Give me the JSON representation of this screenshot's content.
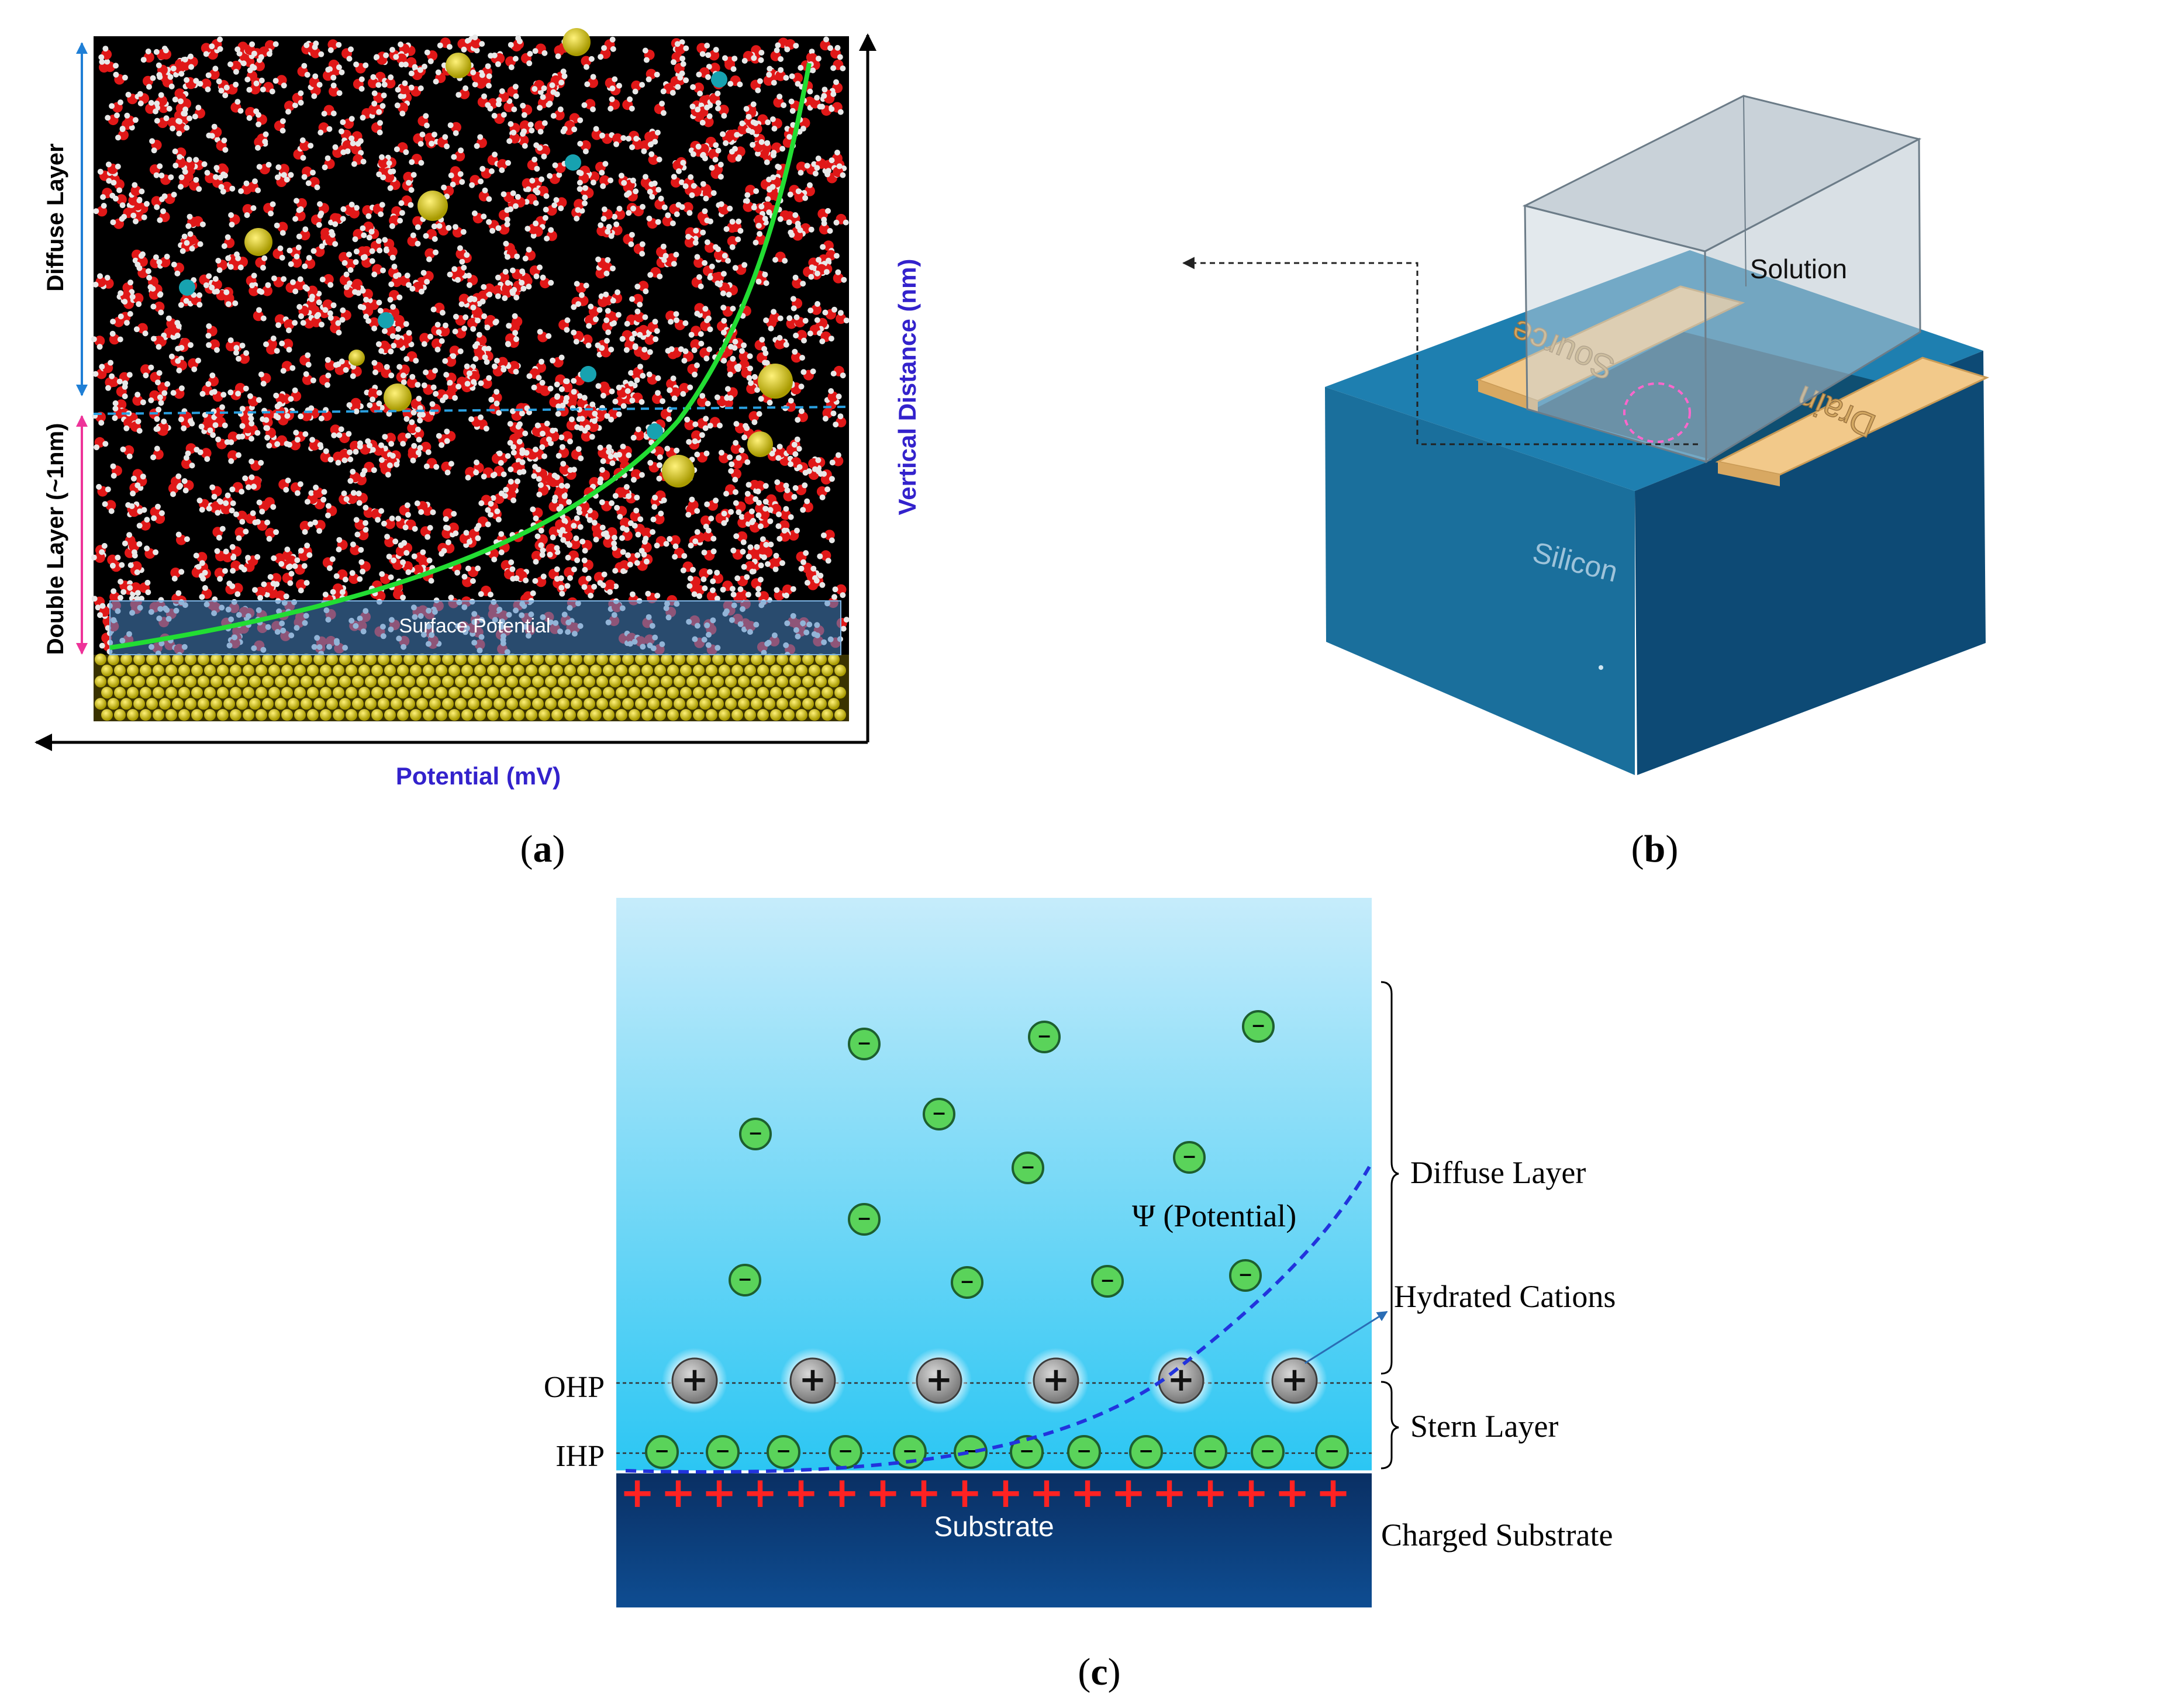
{
  "panel_a": {
    "caption_letter": "a",
    "y_axis_label": "Vertical Distance (nm)",
    "x_axis_label": "Potential (mV)",
    "diffuse_layer_label": "Diffuse Layer",
    "double_layer_label": "Double Layer (~1nm)",
    "surface_potential_label": "Surface Potential"
  },
  "panel_b": {
    "caption_letter": "b",
    "solution_label": "Solution",
    "source_label": "Source",
    "drain_label": "Drain",
    "silicon_label": "Silicon"
  },
  "panel_c": {
    "caption_letter": "c",
    "ohp_label": "OHP",
    "ihp_label": "IHP",
    "potential_label": "Ψ (Potential)",
    "diffuse_layer_label": "Diffuse Layer",
    "hydrated_cations_label": "Hydrated Cations",
    "stern_layer_label": "Stern Layer",
    "charged_substrate_label": "Charged Substrate",
    "substrate_label": "Substrate",
    "anion_symbol": "−",
    "cation_symbol": "+",
    "surface_charge_symbol": "+"
  },
  "colors": {
    "potential_curve": "#22dd33",
    "axis_label_blue": "#3322cc",
    "silicon_block": "#1b6a96",
    "electrode": "#f2c98a",
    "anion_fill": "#5ad35a",
    "cation_fill": "#9a9a9a",
    "substrate": "#0d3f7d",
    "surface_charge": "#ff2222",
    "psi_curve": "#2233dd"
  }
}
